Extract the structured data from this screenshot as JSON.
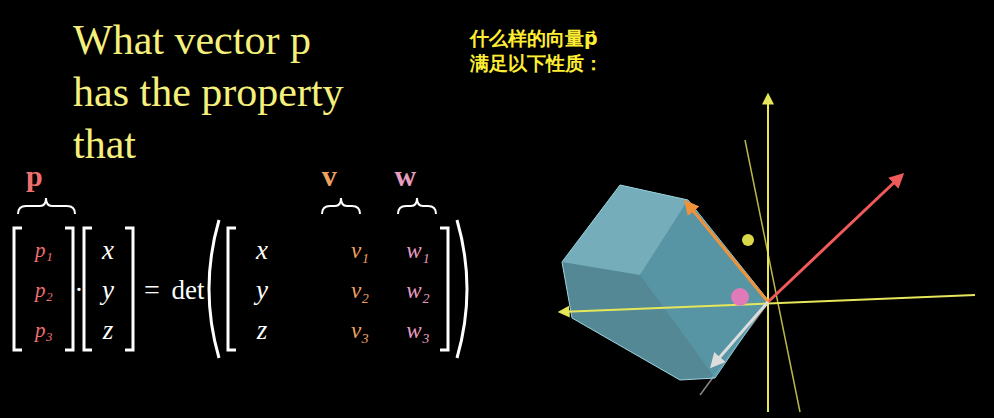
{
  "diagram": {
    "title": "What vector p⃗ has the property that",
    "labels": [
      "什么样的向量p⃗ 满足以下性质：",
      "p⃗",
      "v⃗",
      "w⃗",
      "p₁",
      "p₂",
      "p₃",
      "·",
      "x",
      "y",
      "z",
      "=",
      "det",
      "x",
      "v₁",
      "w₁",
      "y",
      "v₂",
      "w₂",
      "z",
      "v₃",
      "w₃"
    ]
  }
}
